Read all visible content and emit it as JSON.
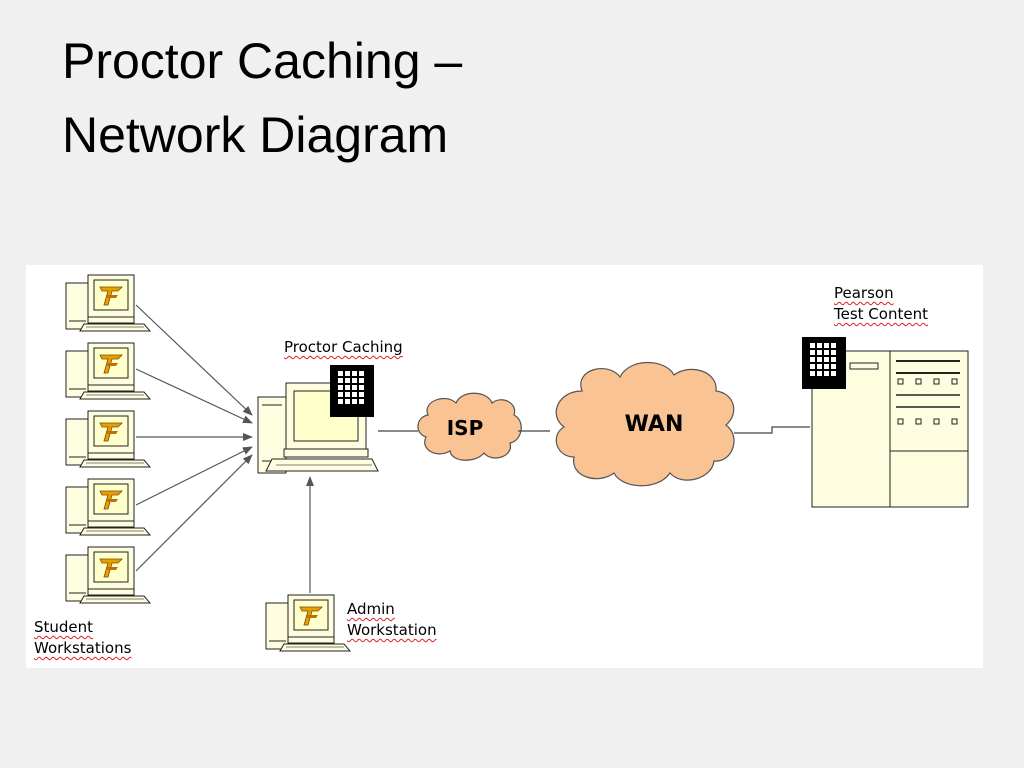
{
  "slide": {
    "title_line1": "Proctor Caching –",
    "title_line2": "Network Diagram"
  },
  "diagram": {
    "student_label_line1": "Student",
    "student_label_line2": "Workstations",
    "proctor_label": "Proctor Caching",
    "admin_label_line1": "Admin",
    "admin_label_line2": "Workstation",
    "pearson_label_line1": "Pearson",
    "pearson_label_line2": "Test Content",
    "isp_label": "ISP",
    "wan_label": "WAN",
    "student_workstation_count": 5,
    "icons": [
      "workstation-icon",
      "server-tower-icon",
      "firewall-icon",
      "cloud-icon"
    ],
    "colors": {
      "cloud_fill": "#f9c394",
      "monitor_fill": "#ffffcc",
      "firewall": "#000000"
    }
  }
}
